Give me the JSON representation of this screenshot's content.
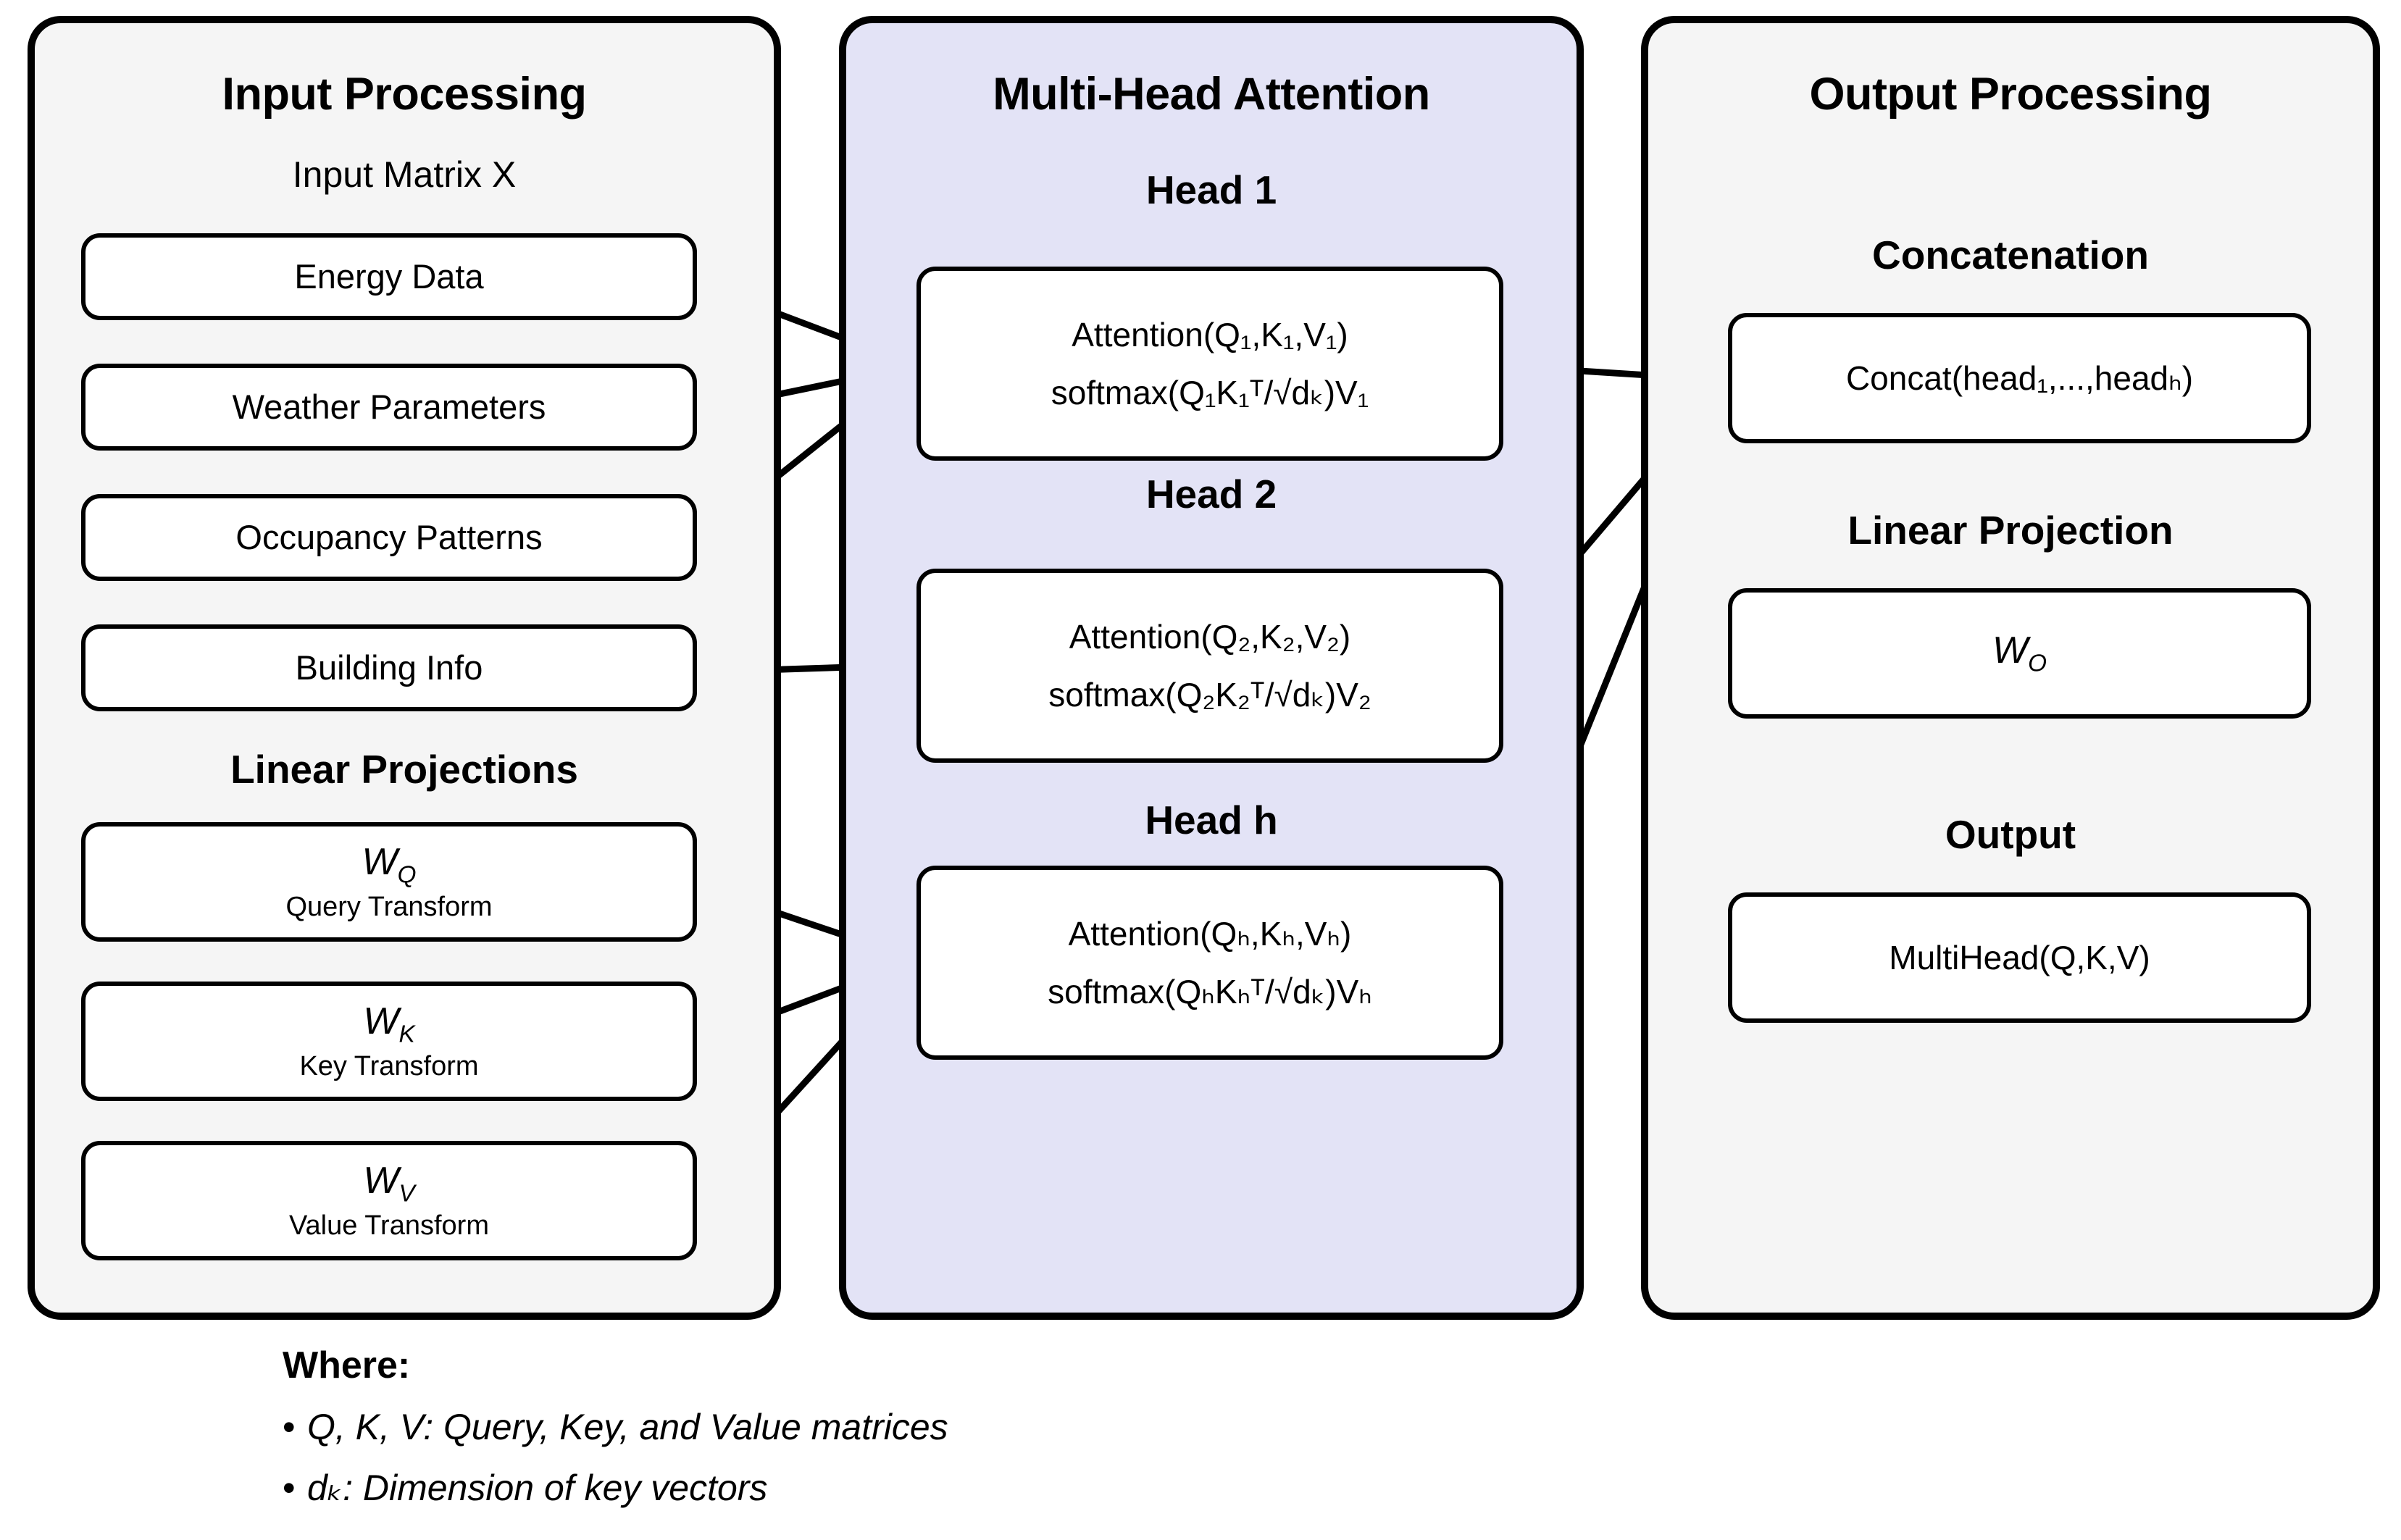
{
  "panels": {
    "input": {
      "title": "Input Processing",
      "matrix_label": "Input Matrix X",
      "inputs": [
        {
          "label": "Energy Data"
        },
        {
          "label": "Weather Parameters"
        },
        {
          "label": "Occupancy Patterns"
        },
        {
          "label": "Building Info"
        }
      ],
      "projections_title": "Linear Projections",
      "projections": [
        {
          "symbol": "W",
          "subscript": "Q",
          "caption": "Query Transform"
        },
        {
          "symbol": "W",
          "subscript": "K",
          "caption": "Key Transform"
        },
        {
          "symbol": "W",
          "subscript": "V",
          "caption": "Value Transform"
        }
      ]
    },
    "attention": {
      "title": "Multi-Head Attention",
      "heads": [
        {
          "title": "Head 1",
          "line1": "Attention(Q₁,K₁,V₁)",
          "line2": "softmax(Q₁K₁ᵀ/√dₖ)V₁",
          "index": "1"
        },
        {
          "title": "Head 2",
          "line1": "Attention(Q₂,K₂,V₂)",
          "line2": "softmax(Q₂K₂ᵀ/√dₖ)V₂",
          "index": "2"
        },
        {
          "title": "Head h",
          "line1": "Attention(Qₕ,Kₕ,Vₕ)",
          "line2": "softmax(QₕKₕᵀ/√dₖ)Vₕ",
          "index": "h"
        }
      ]
    },
    "output": {
      "title": "Output Processing",
      "concat_title": "Concatenation",
      "concat_formula": "Concat(head₁,...,headₕ)",
      "linear_title": "Linear Projection",
      "linear_symbol": "W",
      "linear_subscript": "O",
      "output_title": "Output",
      "output_formula": "MultiHead(Q,K,V)"
    }
  },
  "legend": {
    "heading": "Where:",
    "items": [
      "Q, K, V: Query, Key, and Value matrices",
      "dₖ: Dimension of key vectors"
    ]
  },
  "colors": {
    "panel_light": "#f5f5f5",
    "panel_lavender": "#e3e3f6",
    "node_fill": "#ffffff",
    "stroke": "#000000",
    "background": "#ffffff"
  }
}
